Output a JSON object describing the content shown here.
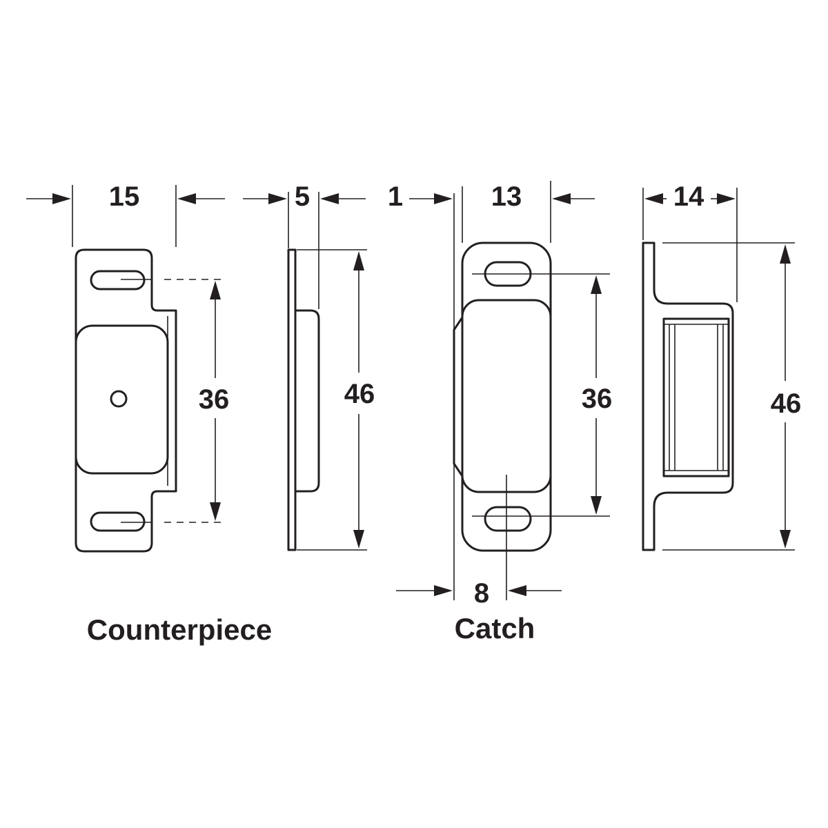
{
  "counterpiece": {
    "width": "15",
    "thickness": "5",
    "hole_spacing": "36",
    "height": "46",
    "caption": "Counterpiece"
  },
  "catch": {
    "offset": "1",
    "width": "13",
    "hole_spacing": "36",
    "center": "8",
    "depth": "14",
    "height": "46",
    "caption": "Catch"
  },
  "colors": {
    "line": "#231f20",
    "background": "#ffffff"
  }
}
